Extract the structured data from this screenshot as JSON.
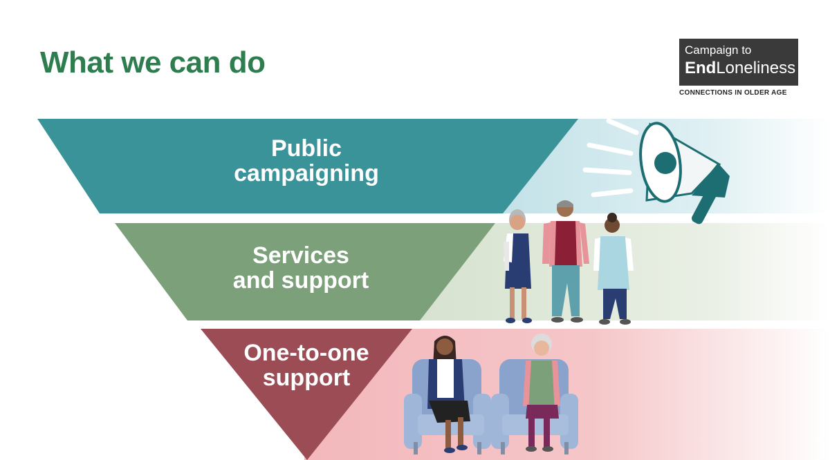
{
  "title": "What we can do",
  "logo": {
    "line1": "Campaign to",
    "line2_bold": "End",
    "line2_rest": "Loneliness",
    "tagline": "CONNECTIONS IN OLDER AGE"
  },
  "levels": [
    {
      "label_line1": "Public",
      "label_line2": "campaigning",
      "color": "#3a9399"
    },
    {
      "label_line1": "Services",
      "label_line2": "and support",
      "color": "#7ba07a"
    },
    {
      "label_line1": "One-to-one",
      "label_line2": "support",
      "color": "#9b4c55"
    }
  ]
}
